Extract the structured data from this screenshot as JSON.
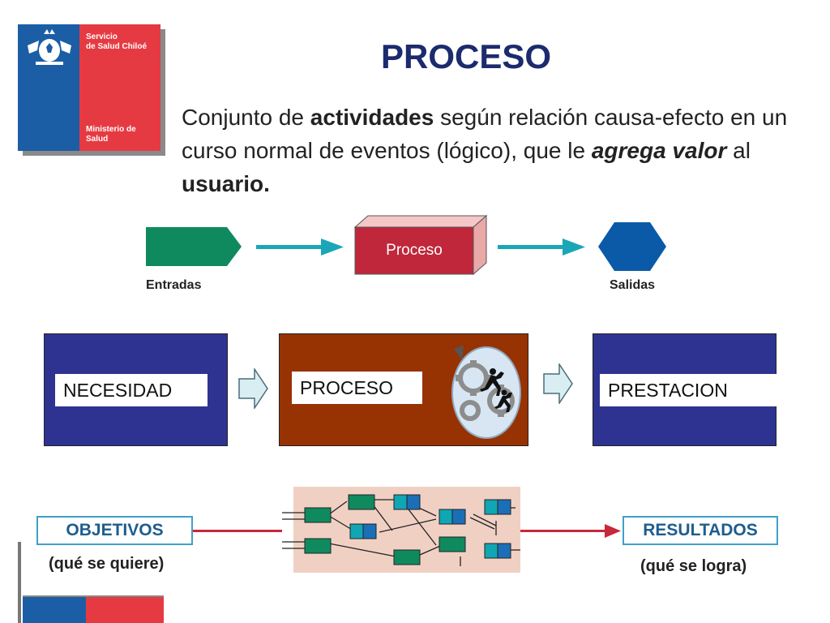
{
  "logo": {
    "service_line1": "Servicio",
    "service_line2": "de Salud Chiloé",
    "ministry_line1": "Ministerio de",
    "ministry_line2": "Salud",
    "crest_icon": "chile-coat-of-arms-icon",
    "colors": {
      "blue": "#1b5ea5",
      "red": "#e63a42"
    }
  },
  "title": "PROCESO",
  "definition": {
    "part1": "Conjunto de ",
    "bold1": "actividades",
    "part2": " según relación causa-efecto en un curso normal de eventos (lógico), que le ",
    "bolditalic": "agrega valor",
    "part3": " al ",
    "bold2": "usuario."
  },
  "flow1": {
    "entradas": "Entradas",
    "proceso": "Proceso",
    "salidas": "Salidas",
    "colors": {
      "entradas": "#0f8a5f",
      "proceso": "#c0273a",
      "salidas": "#0a5aa8",
      "arrow": "#1aa6b7"
    }
  },
  "flow2": {
    "necesidad": "NECESIDAD",
    "proceso": "PROCESO",
    "prestacion": "PRESTACION",
    "colors": {
      "blue_box": "#2e3391",
      "brown_box": "#973203"
    }
  },
  "flow3": {
    "objetivos": "OBJETIVOS",
    "objetivos_sub": "(qué se quiere)",
    "resultados": "RESULTADOS",
    "resultados_sub": "(qué se logra)",
    "colors": {
      "line": "#c7283a",
      "panel": "#f1d0c4",
      "green": "#0f8a5f",
      "blue": "#1b6fb7",
      "teal": "#11a6b3"
    }
  }
}
